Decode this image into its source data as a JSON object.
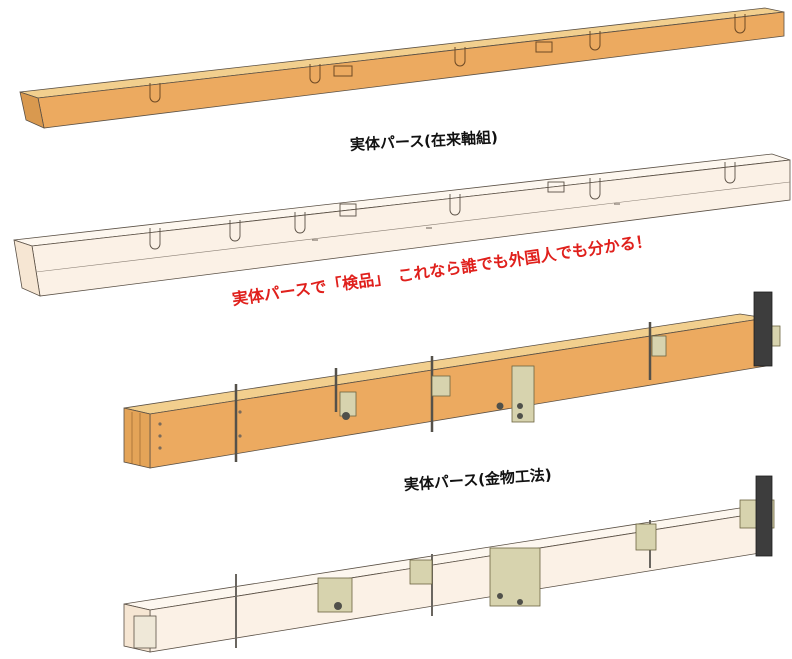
{
  "captions": {
    "conventional": "実体パース(在来軸組)",
    "inspection_note": "実体パースで「検品」　これなら誰でも外国人でも分かる！",
    "metal": "実体パース(金物工法)"
  },
  "colors": {
    "wood": "#ecaa60",
    "wood_top": "#f2cf8e",
    "wood_ghost": "#fbf1e6",
    "outline": "#5a5045",
    "hardware": "#d7d3ae",
    "note_red": "#e0201c"
  },
  "icons": {
    "hardware": "metal-bracket-icon",
    "bolt": "bolt-icon"
  }
}
